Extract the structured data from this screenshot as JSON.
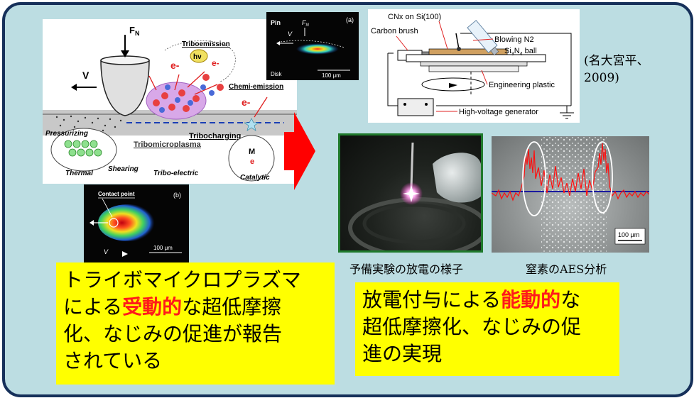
{
  "tribo": {
    "fn_label": "F",
    "fn_sub": "N",
    "v_label": "V",
    "triboemission": "Triboemission",
    "hv": "hν",
    "chemi_emission": "Chemi-emission",
    "electron": "e-",
    "plus": "+",
    "minus": "−",
    "tribocharging": "Tribocharging",
    "tribomicroplasma": "Tribomicroplasma",
    "pressurizing": "Pressurizing",
    "thermal": "Thermal",
    "shearing": "Shearing",
    "tribo_electric": "Tribo-electric",
    "catalytic": "Catalytic",
    "m_label": "M",
    "e_small": "e"
  },
  "pin_image": {
    "pin": "Pin",
    "fn": "F",
    "fn_sub": "N",
    "v": "V",
    "tag": "(a)",
    "disk": "Disk",
    "scale": "100 μm"
  },
  "contact_image": {
    "contact": "Contact point",
    "tag": "(b)",
    "v": "V",
    "scale": "100 μm"
  },
  "apparatus": {
    "cnx": "CNx on Si(100)",
    "brush": "Carbon brush",
    "blowing": "Blowing N2",
    "ball_pre": "Si",
    "ball_sub1": "3",
    "ball_mid": "N",
    "ball_sub2": "4",
    "ball_post": " ball",
    "plastic": "Engineering plastic",
    "generator": "High-voltage generator"
  },
  "reference": {
    "line1": "(名大宮平、",
    "line2": "2009)"
  },
  "aes_scale": "100 μm",
  "captions": {
    "discharge": "予備実験の放電の様子",
    "aes": "窒素のAES分析"
  },
  "left_box": {
    "line1": "トライボマイクロプラズマ",
    "line2_pre": "による",
    "line2_red": "受動的",
    "line2_post": "な超低摩擦",
    "line3": "化、なじみの促進が報告",
    "line4": "されている"
  },
  "right_box": {
    "line1_pre": "放電付与による",
    "line1_red": "能動的",
    "line1_post": "な",
    "line2": "超低摩擦化、なじみの促",
    "line3": "進の実現"
  },
  "colors": {
    "background": "#bcdde2",
    "border": "#16305a",
    "highlight": "#ffff00",
    "emphasis": "#ff1a1a",
    "arrow": "#ff0000",
    "photo_frame": "#1f7a2c"
  }
}
